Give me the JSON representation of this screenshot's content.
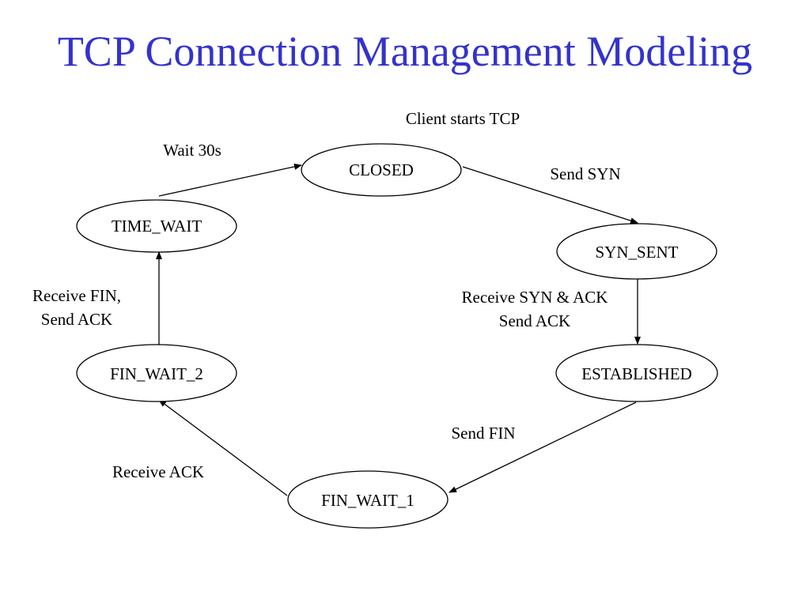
{
  "title": "TCP Connection Management Modeling",
  "start_note": "Client starts TCP",
  "states": {
    "closed": "CLOSED",
    "syn_sent": "SYN_SENT",
    "established": "ESTABLISHED",
    "fin_wait_1": "FIN_WAIT_1",
    "fin_wait_2": "FIN_WAIT_2",
    "time_wait": "TIME_WAIT"
  },
  "transitions": {
    "closed_to_syn_sent": "Send SYN",
    "syn_sent_to_established": [
      "Receive SYN & ACK",
      "Send ACK"
    ],
    "established_to_fin_wait_1": "Send FIN",
    "fin_wait_1_to_fin_wait_2": "Receive ACK",
    "fin_wait_2_to_time_wait": [
      "Receive FIN,",
      "Send ACK"
    ],
    "time_wait_to_closed": "Wait 30s"
  },
  "colors": {
    "title": "#3333cc",
    "stroke": "#000000",
    "background": "#ffffff"
  }
}
